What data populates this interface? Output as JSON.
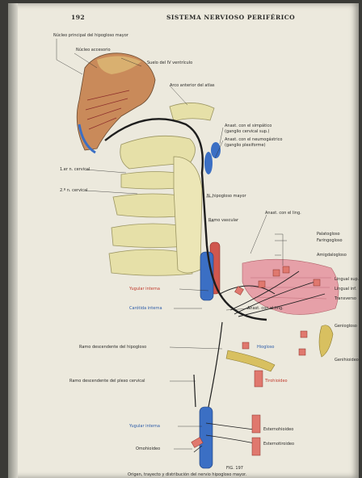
{
  "header": {
    "page_number": "192",
    "running_title": "SISTEMA NERVIOSO PERIFÉRICO"
  },
  "labels": {
    "nucleo_principal": "Núcleo principal del hipogloso mayor",
    "nucleo_accesorio": "Núcleo accesorio",
    "suelo_ventriculo": "Suelo del IV ventrículo",
    "arco_anterior": "Arco anterior del atlas",
    "anast_simpatico": "Anast. con el simpático",
    "ganglio_cervical": "(ganglio cervical sup.)",
    "anast_neumogastrico": "Anast. con el neumogástrico",
    "ganglio_plexiforme": "(ganglio plexiforme)",
    "n_cervical_1": "1.er n. cervical",
    "n_cervical_2": "2.º n. cervical",
    "n_hipogloso": "N. hipogloso mayor",
    "ramo_vascular": "Ramo vascular",
    "anast_lingual": "Anast. con el ling.",
    "palatogloso": "Palatogloso",
    "faringogloso": "Faringogloso",
    "amigdalogloso": "Amigdalogloso",
    "lingual_sup": "Lingual sup.",
    "lingual_inf": "Lingual inf.",
    "transverso": "Transverso",
    "yugular_interna": "Yugular interna",
    "carotida_interna": "Carótida interna",
    "anast_lingual_2": "Anast. con el ling.",
    "geniogloso": "Geniogloso",
    "hiogloso": "Hiogloso",
    "genihioideo": "Genihioideo",
    "ramo_descendente": "Ramo descendente del hipogloso",
    "ramo_plexo_cervical": "Ramo descendente del plexo cervical",
    "tirohioideo": "Tirohioideo",
    "yugular_interna_2": "Yugular interna",
    "esternohioideo": "Esternohioideo",
    "esternotiroideo": "Esternotiroideo",
    "omohioideo": "Omohioideo",
    "fig": "FIG. 197",
    "caption": "Origen, trayecto y distribución del nervio hipogloso mayor."
  },
  "colors": {
    "nerve": "#1e1e1e",
    "artery": "#d0574e",
    "vein": "#3b6fc4",
    "bone": "#e6e0a8",
    "muscle": "#e6a0a8",
    "page": "#ece9dd"
  }
}
